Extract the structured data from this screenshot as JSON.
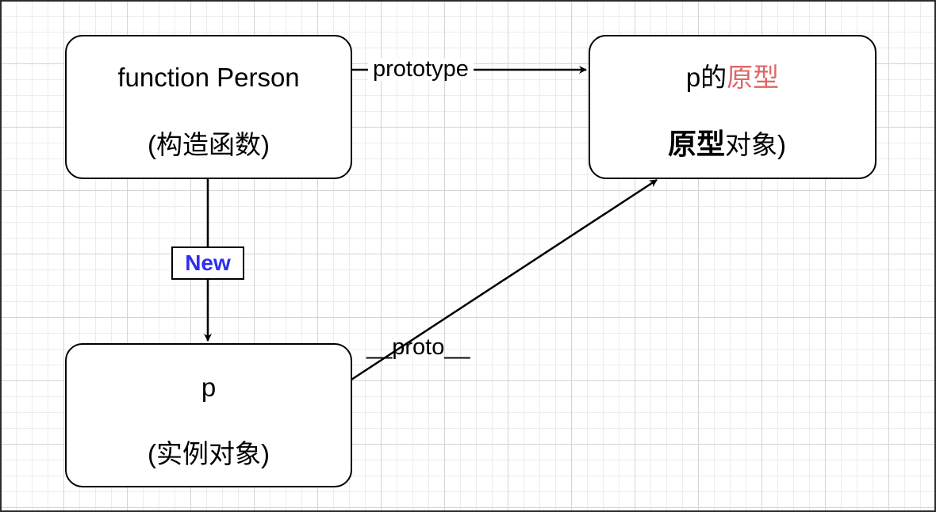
{
  "nodes": {
    "constructor": {
      "line1": "function Person",
      "line2": "(构造函数)"
    },
    "prototype": {
      "line1_prefix": "p的",
      "line1_accent": "原型",
      "line2_bold": "原型",
      "line2_rest": "对象)"
    },
    "instance": {
      "line1": "p",
      "line2": "(实例对象)"
    }
  },
  "edges": {
    "prototype_label": "prototype",
    "new_label": "New",
    "proto_label": "__proto__"
  },
  "colors": {
    "accent": "#e06666",
    "new_label": "#2e2ef0",
    "stroke": "#000000"
  }
}
